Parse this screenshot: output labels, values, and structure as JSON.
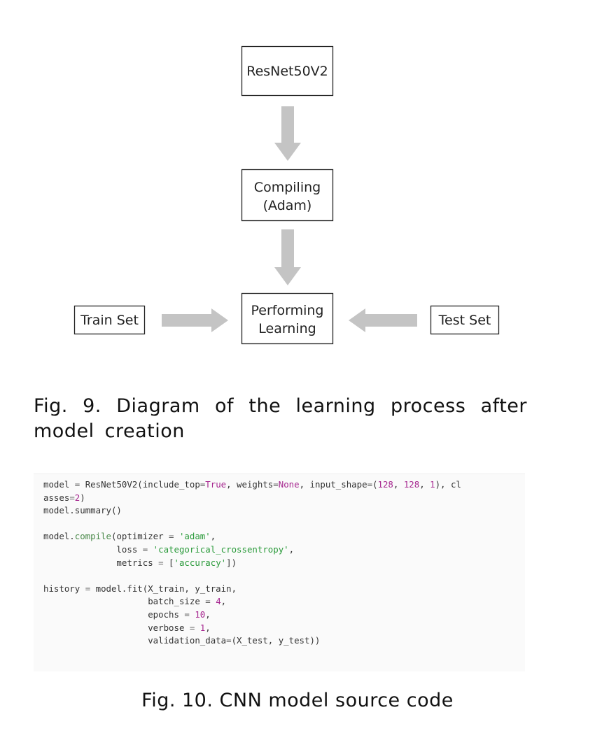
{
  "diagram": {
    "nodes": {
      "resnet": {
        "lines": [
          "ResNet50V2"
        ]
      },
      "compile": {
        "lines": [
          "Compiling",
          "(Adam)"
        ]
      },
      "perform": {
        "lines": [
          "Performing",
          "Learning"
        ]
      },
      "train": {
        "lines": [
          "Train Set"
        ]
      },
      "test": {
        "lines": [
          "Test Set"
        ]
      }
    },
    "arrow_color": "#c4c4c4",
    "box_border_color": "#222222"
  },
  "fig9_caption": "Fig. 9. Diagram of the learning process after model creation",
  "code": {
    "lines": [
      [
        [
          "pl",
          "model "
        ],
        [
          "op",
          "= "
        ],
        [
          "pl",
          "ResNet50V2(include_top"
        ],
        [
          "op",
          "="
        ],
        [
          "kw",
          "True"
        ],
        [
          "pl",
          ", weights"
        ],
        [
          "op",
          "="
        ],
        [
          "kw",
          "None"
        ],
        [
          "pl",
          ", input_shape"
        ],
        [
          "op",
          "="
        ],
        [
          "pl",
          "("
        ],
        [
          "num",
          "128"
        ],
        [
          "pl",
          ", "
        ],
        [
          "num",
          "128"
        ],
        [
          "pl",
          ", "
        ],
        [
          "num",
          "1"
        ],
        [
          "pl",
          "), cl"
        ]
      ],
      [
        [
          "pl",
          "asses"
        ],
        [
          "op",
          "="
        ],
        [
          "num",
          "2"
        ],
        [
          "pl",
          ")"
        ]
      ],
      [
        [
          "pl",
          "model.summary()"
        ]
      ],
      [],
      [
        [
          "pl",
          "model."
        ],
        [
          "fn",
          "compile"
        ],
        [
          "pl",
          "(optimizer "
        ],
        [
          "op",
          "= "
        ],
        [
          "str",
          "'adam'"
        ],
        [
          "pl",
          ","
        ]
      ],
      [
        [
          "pl",
          "              loss "
        ],
        [
          "op",
          "= "
        ],
        [
          "str",
          "'categorical_crossentropy'"
        ],
        [
          "pl",
          ","
        ]
      ],
      [
        [
          "pl",
          "              metrics "
        ],
        [
          "op",
          "= "
        ],
        [
          "pl",
          "["
        ],
        [
          "str",
          "'accuracy'"
        ],
        [
          "pl",
          "])"
        ]
      ],
      [],
      [
        [
          "pl",
          "history "
        ],
        [
          "op",
          "= "
        ],
        [
          "pl",
          "model.fit(X_train, y_train,"
        ]
      ],
      [
        [
          "pl",
          "                    batch_size "
        ],
        [
          "op",
          "= "
        ],
        [
          "num",
          "4"
        ],
        [
          "pl",
          ","
        ]
      ],
      [
        [
          "pl",
          "                    epochs "
        ],
        [
          "op",
          "= "
        ],
        [
          "num",
          "10"
        ],
        [
          "pl",
          ","
        ]
      ],
      [
        [
          "pl",
          "                    verbose "
        ],
        [
          "op",
          "= "
        ],
        [
          "num",
          "1"
        ],
        [
          "pl",
          ","
        ]
      ],
      [
        [
          "pl",
          "                    validation_data"
        ],
        [
          "op",
          "="
        ],
        [
          "pl",
          "(X_test, y_test))"
        ]
      ]
    ]
  },
  "fig10_caption": "Fig. 10. CNN model source code"
}
